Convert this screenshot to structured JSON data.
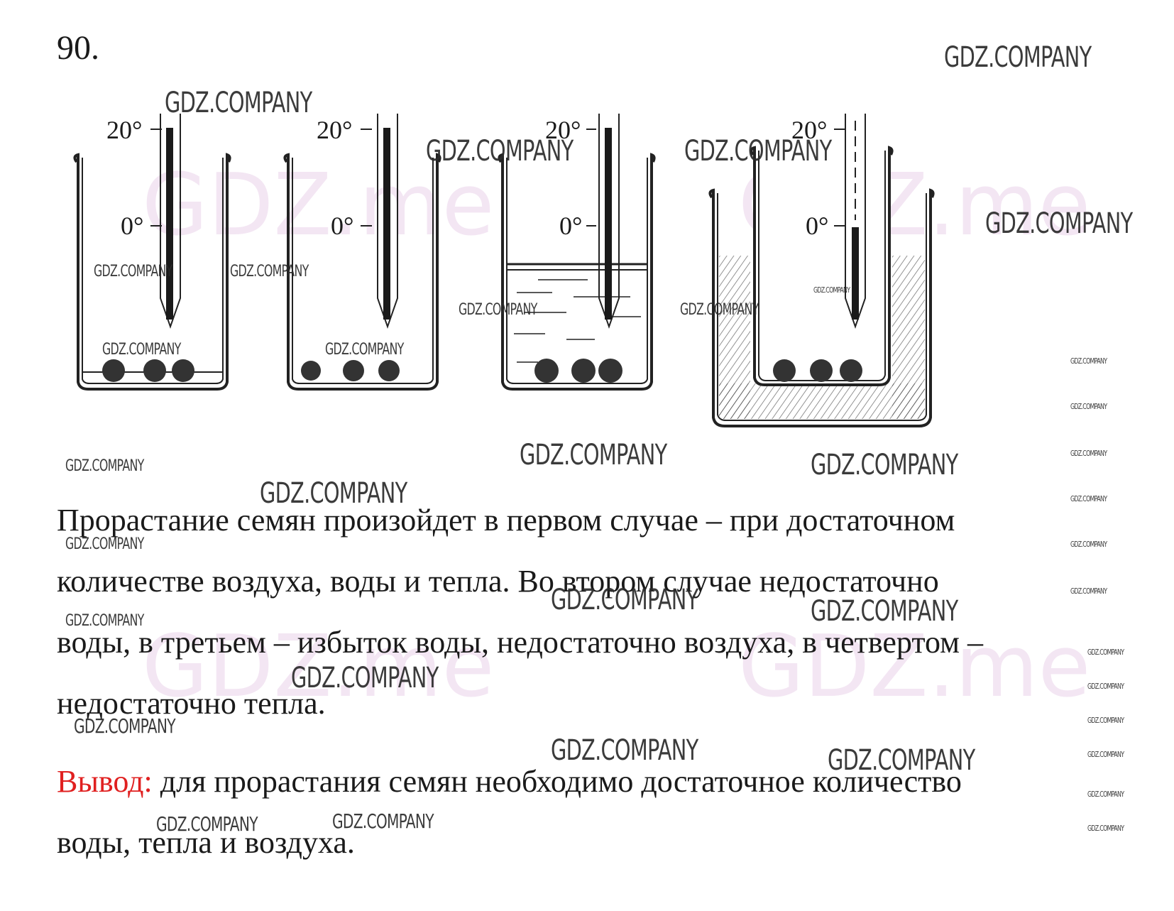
{
  "task_number": "90.",
  "figure": {
    "temp_high": "20°",
    "temp_zero": "0°"
  },
  "paragraph": {
    "lines": [
      "Прорастание семян произойдет в первом случае – при достаточном",
      "количестве воздуха, воды и тепла. Во втором случае недостаточно",
      "воды, в третьем – избыток воды, недостаточно воздуха, в четвертом –",
      "недостаточно тепла."
    ]
  },
  "conclusion": {
    "label": "Вывод:",
    "lines": [
      " для прорастания семян необходимо достаточное количество",
      "воды, тепла и воздуха."
    ]
  },
  "watermark": {
    "text": "GDZ.COMPANY"
  },
  "colors": {
    "conclusion_label": "#e02020",
    "text": "#1a1a1a"
  }
}
